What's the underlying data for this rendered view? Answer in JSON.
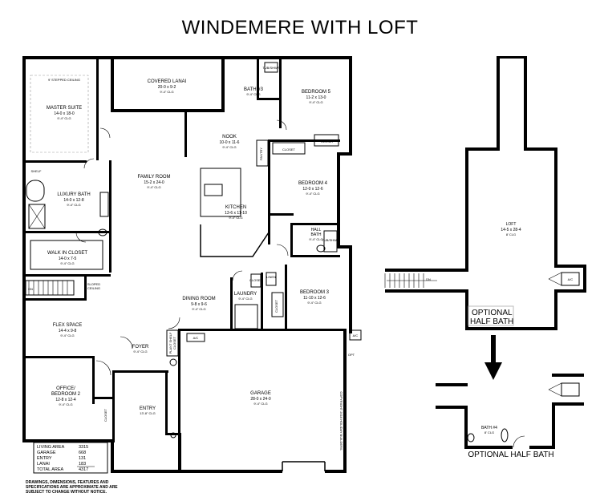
{
  "title": "WINDEMERE WITH LOFT",
  "rooms": {
    "master_suite": {
      "name": "MASTER SUITE",
      "size": "14-0 x 18-0",
      "clg": "9'-4\" CLG",
      "note": "9' STEPPED CEILING"
    },
    "covered_lanai": {
      "name": "COVERED LANAI",
      "size": "20-0 x 9-2",
      "clg": "9'-4\" CLG"
    },
    "bath3": {
      "name": "BATH #3",
      "size": "9'-4\" CLG",
      "fixture": "TUB/SHWR"
    },
    "bedroom5": {
      "name": "BEDROOM 5",
      "size": "11-2 x 13-0",
      "clg": "9'-4\" CLG"
    },
    "nook": {
      "name": "NOOK",
      "size": "10-0 x 11-6",
      "clg": "9'-4\" CLG"
    },
    "pantry": {
      "name": "PANTRY"
    },
    "closet_b5": {
      "name": "CLOSET"
    },
    "closet_b4": {
      "name": "CLOSET"
    },
    "family_room": {
      "name": "FAMILY ROOM",
      "size": "15-2 x 24-0",
      "clg": "9'-4\" CLG"
    },
    "kitchen": {
      "name": "KITCHEN",
      "size": "13-6 x 11-10",
      "clg": "9'-4\" CLG"
    },
    "bedroom4": {
      "name": "BEDROOM 4",
      "size": "12-0 x 12-6",
      "clg": "9'-4\" CLG"
    },
    "luxury_bath": {
      "name": "LUXURY BATH",
      "size": "14-0 x 12-8",
      "clg": "9'-4\" CLG"
    },
    "shelf": {
      "name": "SHELF"
    },
    "hall_bath": {
      "name": "HALL",
      "name2": "BATH",
      "clg": "9'-4\" CLG",
      "fixture": "TUB/SHWR"
    },
    "walk_in_closet": {
      "name": "WALK IN CLOSET",
      "size": "14-0 x 7-5",
      "clg": "9'-4\" CLG"
    },
    "sloped": {
      "name": "SLOPED",
      "name2": "CEILING"
    },
    "dn": {
      "name": "DN"
    },
    "laundry": {
      "name": "LAUNDRY",
      "clg": "9'-4\" CLG"
    },
    "linen": {
      "name": "LINEN"
    },
    "closet_lau": {
      "name": "CLOSET"
    },
    "dining_room": {
      "name": "DINING ROOM",
      "size": "9-8 x 9-6",
      "clg": "9'-4\" CLG"
    },
    "bedroom3": {
      "name": "BEDROOM 3",
      "size": "11-10 x 12-6",
      "clg": "9'-4\" CLG"
    },
    "closet_b3": {
      "name": "CLOSET"
    },
    "flex_space": {
      "name": "FLEX SPACE",
      "size": "14-4 x 9-8",
      "clg": "9'-4\" CLG"
    },
    "foyer": {
      "name": "FOYER",
      "clg": "9'-4\" CLG"
    },
    "plant_shelf": {
      "name": "PLANT SHELF",
      "name2": "CLOSET"
    },
    "office": {
      "name": "OFFICE/",
      "name2": "BEDROOM 2",
      "size": "12-8 x 12-4",
      "clg": "9'-4\" CLG"
    },
    "closet_off": {
      "name": "CLOSET"
    },
    "entry": {
      "name": "ENTRY",
      "clg": "13'-8\" CLG"
    },
    "garage": {
      "name": "GARAGE",
      "size": "28-0 x 24-0",
      "clg": "9'-4\" CLG"
    },
    "ac1": {
      "name": "A/C"
    },
    "ac2": {
      "name": "A/C"
    },
    "opt": {
      "name": "OPT"
    },
    "copyright": {
      "text": "COPYRIGHT 2016 HOLIDAY BUILDERS"
    },
    "loft": {
      "name": "LOFT",
      "size": "14-5 x 28-4",
      "clg": "8' CLG"
    },
    "loft_dn": {
      "name": "DN"
    },
    "loft_ac": {
      "name": "A/C"
    },
    "optional_half_bath_label": {
      "line1": "OPTIONAL",
      "line2": "HALF BATH"
    },
    "bath4": {
      "name": "BATH #4",
      "clg": "8' CLG"
    },
    "optional_half_bath_caption": "OPTIONAL HALF BATH"
  },
  "area_table": [
    {
      "label": "LIVING AREA",
      "value": "3315"
    },
    {
      "label": "GARAGE",
      "value": "668"
    },
    {
      "label": "ENTRY",
      "value": "131"
    },
    {
      "label": "LANAI",
      "value": "183"
    },
    {
      "label": "TOTAL AREA",
      "value": "4317"
    }
  ],
  "disclaimer": [
    "DRAWINGS, DIMENSIONS, FEATURES AND",
    "SPECIFICATIONS ARE APPROXIMATE AND ARE",
    "SUBJECT TO CHANGE WITHOUT NOTICE."
  ]
}
